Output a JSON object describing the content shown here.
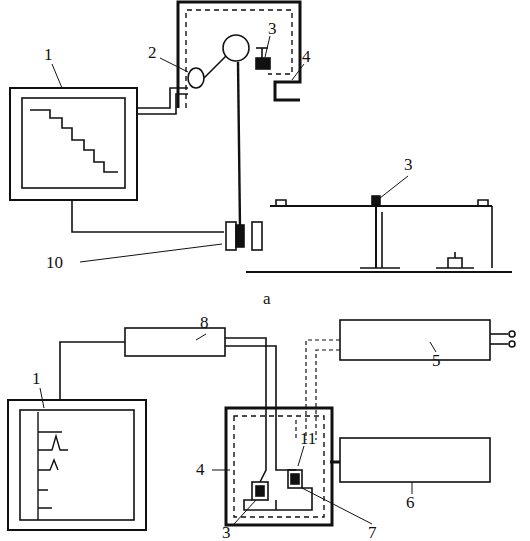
{
  "diagram": {
    "labels": [
      "1",
      "2",
      "3",
      "4",
      "3",
      "10",
      "a",
      "8",
      "5",
      "1",
      "11",
      "4",
      "3",
      "7",
      "6"
    ]
  }
}
